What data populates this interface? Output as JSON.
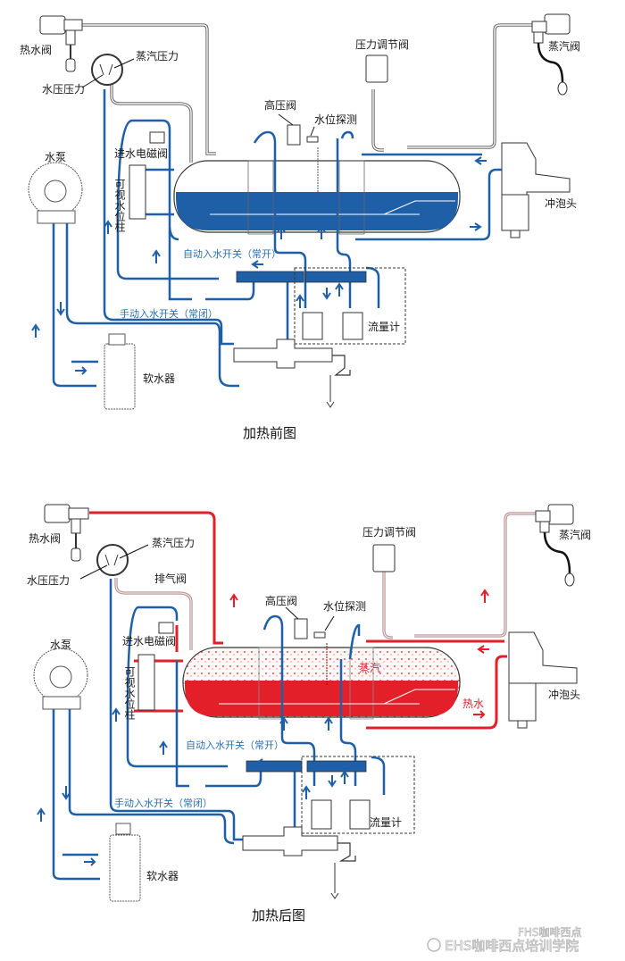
{
  "colors": {
    "cold_water": "#1f5fa8",
    "hot_water": "#e3202a",
    "steam_pipe": "#c9a7a7",
    "outline": "#333333"
  },
  "top_diagram": {
    "caption": "加热前图",
    "labels": {
      "hot_water_valve": "热水阀",
      "steam_pressure": "蒸汽压力",
      "water_pressure": "水压压力",
      "high_pressure_valve": "高压阀",
      "water_level_probe": "水位探测",
      "pressure_regulator": "压力调节阀",
      "steam_valve": "蒸汽阀",
      "water_pump": "水泵",
      "inlet_solenoid": "进水电磁阀",
      "sight_glass": "可视水位柱",
      "brew_head": "冲泡头",
      "auto_fill_switch": "自动入水开关（常开）",
      "manual_fill_switch": "手动入水开关（常闭）",
      "flow_meter": "流量计",
      "water_softener": "软水器"
    }
  },
  "bottom_diagram": {
    "caption": "加热后图",
    "labels": {
      "hot_water_valve": "热水阀",
      "steam_pressure": "蒸汽压力",
      "water_pressure": "水压压力",
      "exhaust_valve": "排气阀",
      "high_pressure_valve": "高压阀",
      "water_level_probe": "水位探测",
      "pressure_regulator": "压力调节阀",
      "steam_valve": "蒸汽阀",
      "water_pump": "水泵",
      "inlet_solenoid": "进水电磁阀",
      "sight_glass": "可视水位柱",
      "brew_head": "冲泡头",
      "steam": "蒸汽",
      "hot_water": "热水",
      "auto_fill_switch": "自动入水开关（常开）",
      "manual_fill_switch": "手动入水开关（常闭）",
      "flow_meter": "流量计",
      "water_softener": "软水器"
    }
  },
  "watermark": {
    "line1": "FHS咖啡西点",
    "line2": "EHS咖啡西点培训学院"
  }
}
